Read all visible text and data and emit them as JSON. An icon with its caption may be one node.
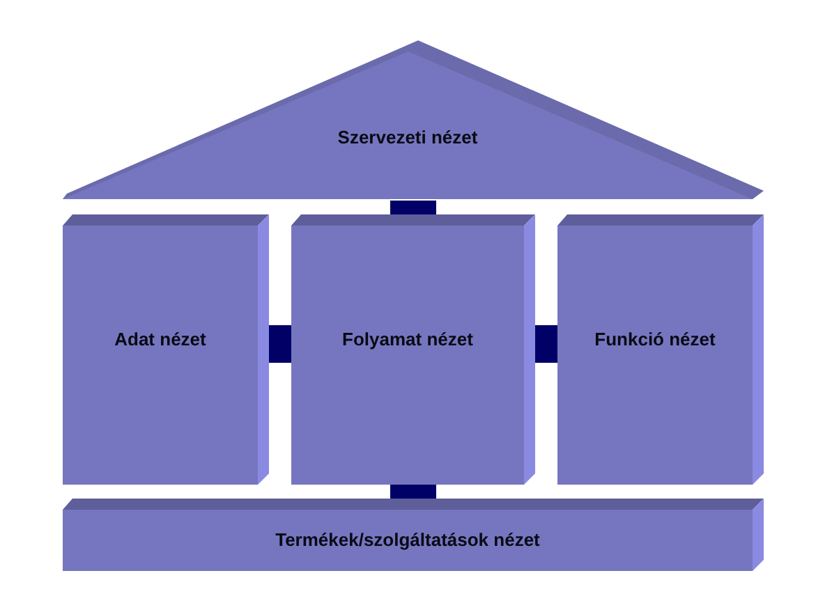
{
  "diagram": {
    "nodes": [
      {
        "text": [
          "Szervezeti nézet"
        ]
      },
      {
        "text": [
          "Adat nézet"
        ]
      },
      {
        "text": [
          "Folyamat nézet"
        ]
      },
      {
        "text": [
          "Funkció nézet"
        ]
      },
      {
        "text": [
          "Termékek/szolgáltatások nézet"
        ]
      }
    ],
    "edges": [
      {
        "from": 0,
        "to": 2,
        "arrow": "none"
      },
      {
        "from": 1,
        "to": 2,
        "arrow": "none"
      },
      {
        "from": 2,
        "to": 3,
        "arrow": "none"
      },
      {
        "from": 2,
        "to": 4,
        "arrow": "none"
      }
    ]
  }
}
